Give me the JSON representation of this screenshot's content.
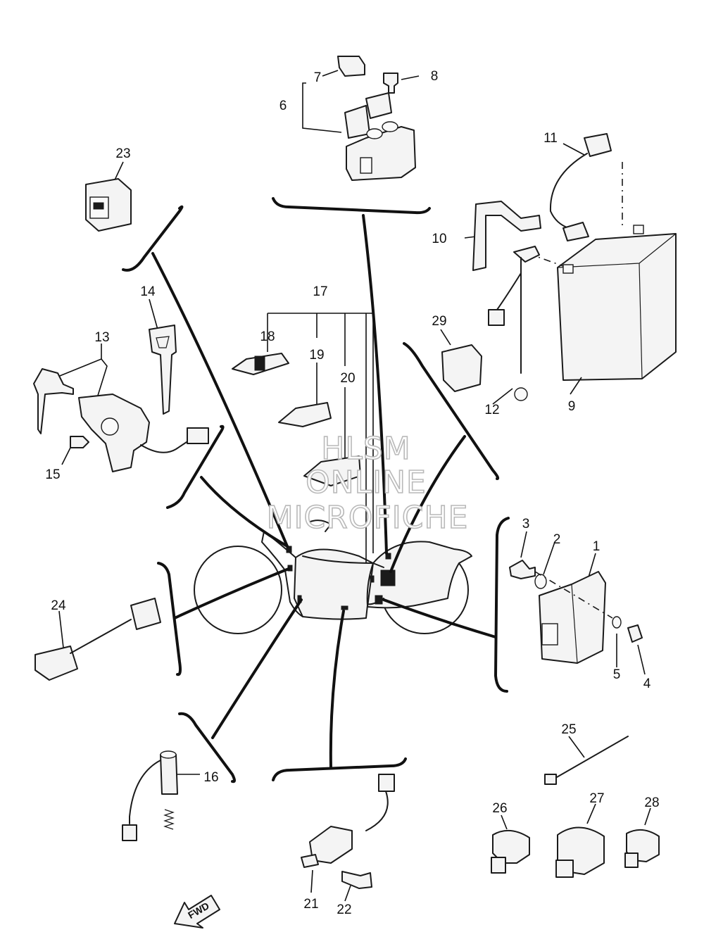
{
  "labels": {
    "p1": "1",
    "p2": "2",
    "p3": "3",
    "p4": "4",
    "p5": "5",
    "p6": "6",
    "p7": "7",
    "p8": "8",
    "p9": "9",
    "p10": "10",
    "p11": "11",
    "p12": "12",
    "p13": "13",
    "p14": "14",
    "p15": "15",
    "p16": "16",
    "p17": "17",
    "p18": "18",
    "p19": "19",
    "p20": "20",
    "p21": "21",
    "p22": "22",
    "p23": "23",
    "p24": "24",
    "p25": "25",
    "p26": "26",
    "p27": "27",
    "p28": "28",
    "p29": "29"
  },
  "watermark": {
    "line1": "HLSM",
    "line2": "ONLINE",
    "line3": "MICROFICHE"
  },
  "fwd_label": "FWD"
}
